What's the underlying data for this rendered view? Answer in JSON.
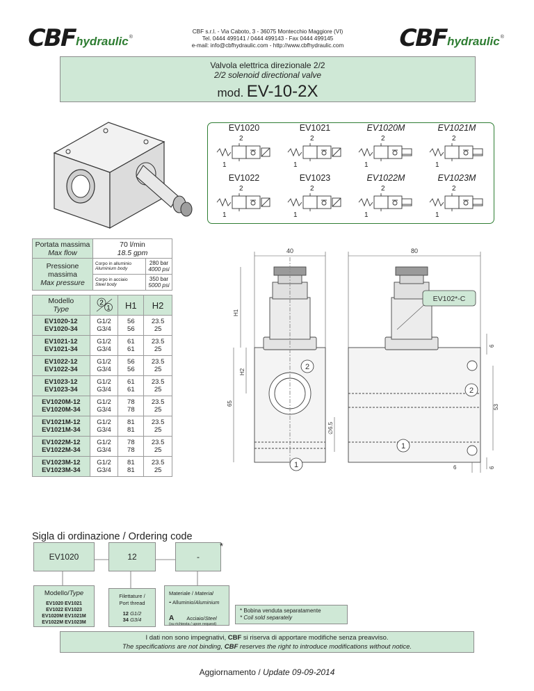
{
  "brand": {
    "logo_main": "CBF",
    "logo_sub": "hydraulic",
    "registered": "®"
  },
  "header": {
    "company_line": "CBF s.r.l. - Via Caboto, 3 - 36075 Montecchio Maggiore (VI)",
    "phone_line": "Tel. 0444 499141 / 0444 499143 - Fax 0444 499145",
    "email_line": "e-mail: info@cbfhydraulic.com - http://www.cbfhydraulic.com"
  },
  "title": {
    "it": "Valvola elettrica direzionale 2/2",
    "en": "2/2 solenoid directional valve",
    "mod_prefix": "mod.",
    "model": "EV-10-2X"
  },
  "variants": [
    {
      "name": "EV1020",
      "italic": false,
      "port_top": "2",
      "port_bottom": "1"
    },
    {
      "name": "EV1021",
      "italic": false,
      "port_top": "2",
      "port_bottom": "1"
    },
    {
      "name": "EV1020M",
      "italic": true,
      "port_top": "2",
      "port_bottom": "1"
    },
    {
      "name": "EV1021M",
      "italic": true,
      "port_top": "2",
      "port_bottom": "1"
    },
    {
      "name": "EV1022",
      "italic": false,
      "port_top": "2",
      "port_bottom": "1"
    },
    {
      "name": "EV1023",
      "italic": false,
      "port_top": "2",
      "port_bottom": "1"
    },
    {
      "name": "EV1022M",
      "italic": true,
      "port_top": "2",
      "port_bottom": "1"
    },
    {
      "name": "EV1023M",
      "italic": true,
      "port_top": "2",
      "port_bottom": "1"
    }
  ],
  "specs": {
    "flow_label_it": "Portata massima",
    "flow_label_en": "Max flow",
    "flow_value_1": "70 l/min",
    "flow_value_2": "18.5 gpm",
    "pressure_label_it": "Pressione massima",
    "pressure_label_en": "Max pressure",
    "alu_it": "Corpo in alluminio",
    "alu_en": "Aluminium body",
    "alu_value_1": "280 bar",
    "alu_value_2": "4000 psi",
    "steel_it": "Corpo in acciaio",
    "steel_en": "Steel body",
    "steel_value_1": "350 bar",
    "steel_value_2": "5000 psi"
  },
  "models_table": {
    "header_model_it": "Modello",
    "header_model_en": "Type",
    "port_2": "2",
    "port_1": "1",
    "h1": "H1",
    "h2": "H2",
    "rows": [
      {
        "m1": "EV1020-12",
        "m2": "EV1020-34",
        "t1": "G1/2",
        "t2": "G3/4",
        "h1a": "56",
        "h1b": "56",
        "h2a": "23.5",
        "h2b": "25"
      },
      {
        "m1": "EV1021-12",
        "m2": "EV1021-34",
        "t1": "G1/2",
        "t2": "G3/4",
        "h1a": "61",
        "h1b": "61",
        "h2a": "23.5",
        "h2b": "25"
      },
      {
        "m1": "EV1022-12",
        "m2": "EV1022-34",
        "t1": "G1/2",
        "t2": "G3/4",
        "h1a": "56",
        "h1b": "56",
        "h2a": "23.5",
        "h2b": "25"
      },
      {
        "m1": "EV1023-12",
        "m2": "EV1023-34",
        "t1": "G1/2",
        "t2": "G3/4",
        "h1a": "61",
        "h1b": "61",
        "h2a": "23.5",
        "h2b": "25"
      },
      {
        "m1": "EV1020M-12",
        "m2": "EV1020M-34",
        "t1": "G1/2",
        "t2": "G3/4",
        "h1a": "78",
        "h1b": "78",
        "h2a": "23.5",
        "h2b": "25"
      },
      {
        "m1": "EV1021M-12",
        "m2": "EV1021M-34",
        "t1": "G1/2",
        "t2": "G3/4",
        "h1a": "81",
        "h1b": "81",
        "h2a": "23.5",
        "h2b": "25"
      },
      {
        "m1": "EV1022M-12",
        "m2": "EV1022M-34",
        "t1": "G1/2",
        "t2": "G3/4",
        "h1a": "78",
        "h1b": "78",
        "h2a": "23.5",
        "h2b": "25"
      },
      {
        "m1": "EV1023M-12",
        "m2": "EV1023M-34",
        "t1": "G1/2",
        "t2": "G3/4",
        "h1a": "81",
        "h1b": "81",
        "h2a": "23.5",
        "h2b": "25"
      }
    ]
  },
  "drawing": {
    "dim_40": "40",
    "dim_80": "80",
    "dim_h1": "H1",
    "dim_h2": "H2",
    "dim_65": "65",
    "dim_53": "53",
    "dim_6_top": "6",
    "dim_6_bottom": "6",
    "dim_6_right": "6",
    "dim_d65": "∅6.5",
    "coil_label": "EV102*-C",
    "port_2": "2",
    "port_2b": "2",
    "port_1": "1",
    "port_1b": "1"
  },
  "ordering": {
    "title": "Sigla di ordinazione / Ordering code",
    "box1": "EV1020",
    "box2": "12",
    "box3": "-",
    "star": "*",
    "model_title_it": "Modello/",
    "model_title_en": "Type",
    "model_list": [
      "EV1020 EV1021",
      "EV1022 EV1023",
      "EV1020M EV1021M",
      "EV1022M EV1023M"
    ],
    "thread_title_1": "Filettature /",
    "thread_title_2": "Port thread",
    "thread_12": "12",
    "thread_12_val": "G1/2",
    "thread_34": "34",
    "thread_34_val": "G3/4",
    "material_title_it": "Materiale / ",
    "material_title_en": "Material",
    "material_dash": "-",
    "material_alu_it": "Alluminio/",
    "material_alu_en": "Aluminium",
    "material_a": "A",
    "material_steel_it": "Acciaio/",
    "material_steel_en": "Steel",
    "material_note": "(su richiesta / upon request)",
    "coil_note_it": "* Bobina venduta separatamente",
    "coil_note_en": "* Coil sold separately"
  },
  "footer": {
    "line1_a": "I dati non sono impegnativi, ",
    "line1_b": "CBF",
    "line1_c": " si riserva di apportare modifiche senza preavviso.",
    "line2_a": "The specifications are not binding, ",
    "line2_b": "CBF",
    "line2_c": " reserves the right to introduce modifications without notice.",
    "update_it": "Aggiornamento / ",
    "update_en": "Update 09-09-2014"
  },
  "colors": {
    "accent_green": "#2e7d32",
    "light_green": "#cfe8d6"
  }
}
